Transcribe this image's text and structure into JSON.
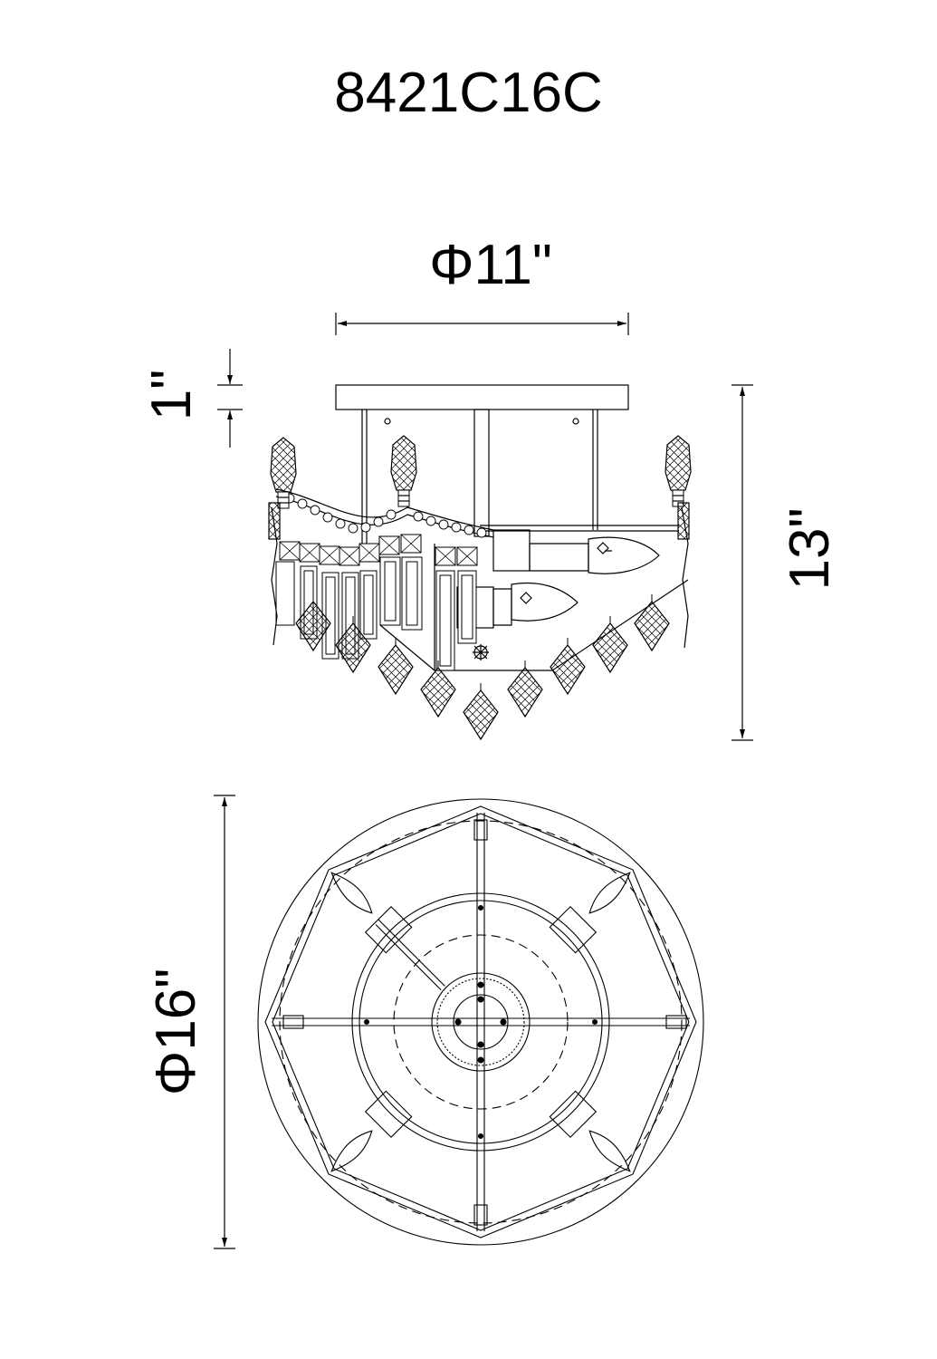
{
  "model_number": "8421C16C",
  "dimensions": {
    "width_top": "Φ11\"",
    "canopy_height": "1\"",
    "height": "13\"",
    "diameter_bottom": "Φ16\""
  },
  "colors": {
    "line": "#000000",
    "background": "#ffffff"
  }
}
